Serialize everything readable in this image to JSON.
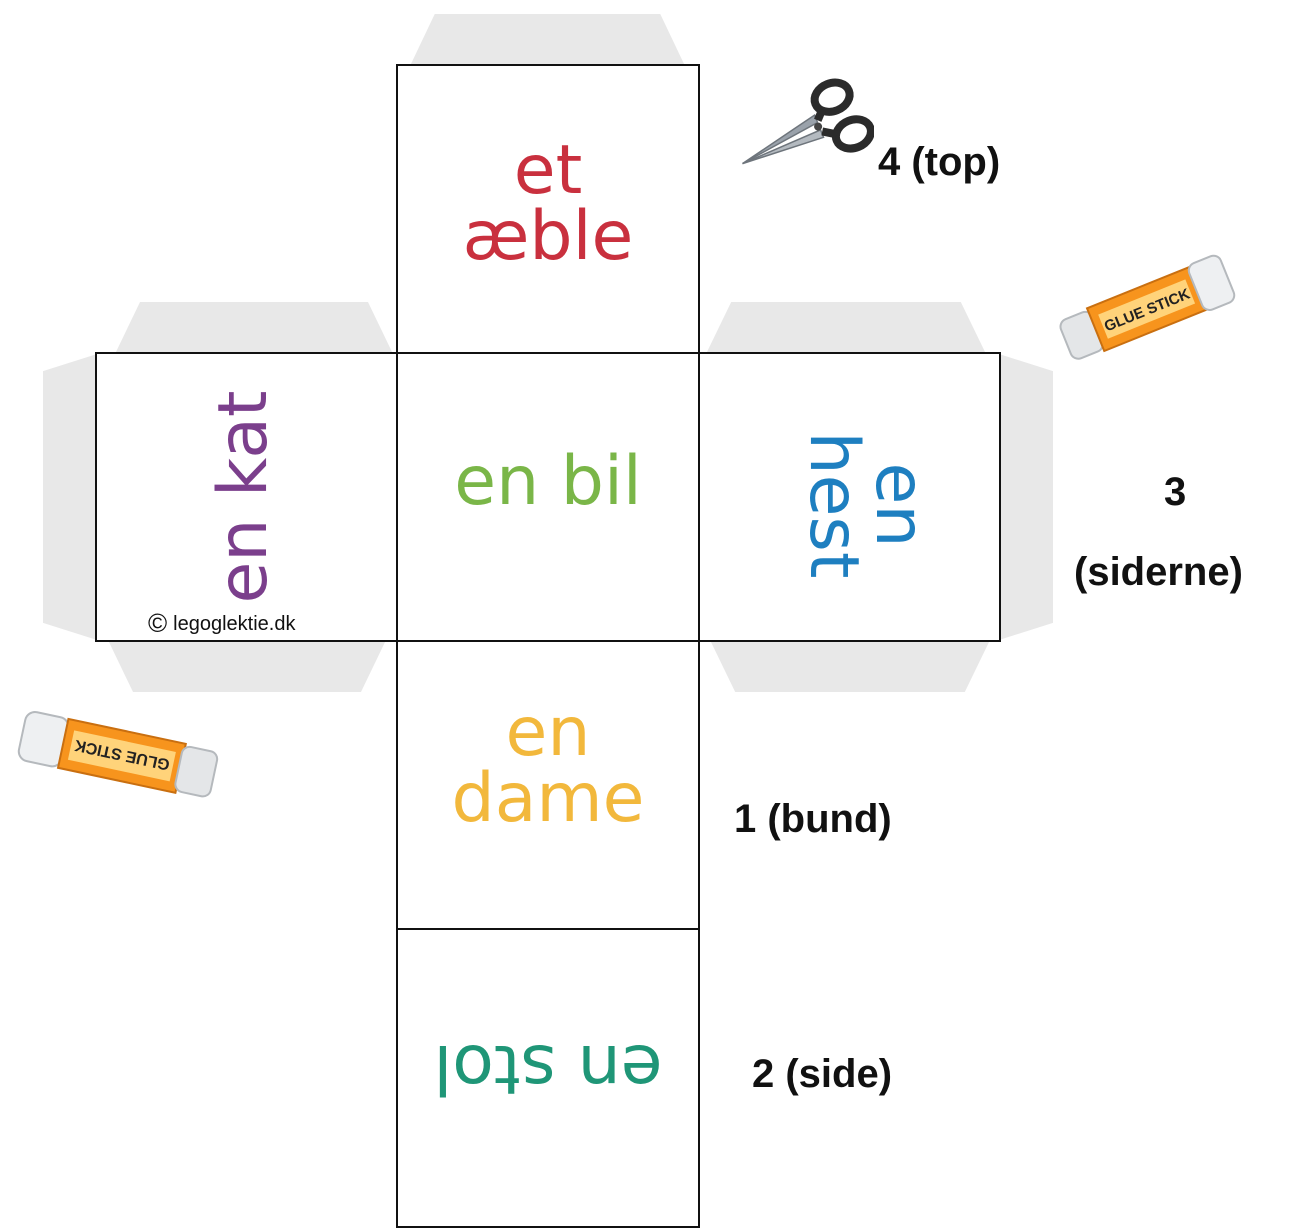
{
  "faces": {
    "top": {
      "text": "et\næble",
      "color": "#c9303e"
    },
    "center": {
      "text": "en bil",
      "color": "#7ab648"
    },
    "left": {
      "text": "en kat",
      "color": "#7b3f8c"
    },
    "right": {
      "text": "en\nhest",
      "color": "#1e7fc0"
    },
    "bottom": {
      "text": "en\ndame",
      "color": "#f2b83c"
    },
    "bottom2": {
      "text": "en stol",
      "color": "#1f9677"
    }
  },
  "labels": {
    "top": "4 (top)",
    "sides_number": "3",
    "sides_text": "(siderne)",
    "bottom": "1 (bund)",
    "side": "2 (side)"
  },
  "copyright": {
    "symbol": "©",
    "text": "legoglektie.dk"
  },
  "icons": {
    "scissors": "scissors-icon",
    "glue_stick": "glue-stick-icon",
    "glue_label": "GLUE STICK"
  },
  "colors": {
    "flap": "#e8e8e8",
    "glue_orange": "#f7941d"
  }
}
